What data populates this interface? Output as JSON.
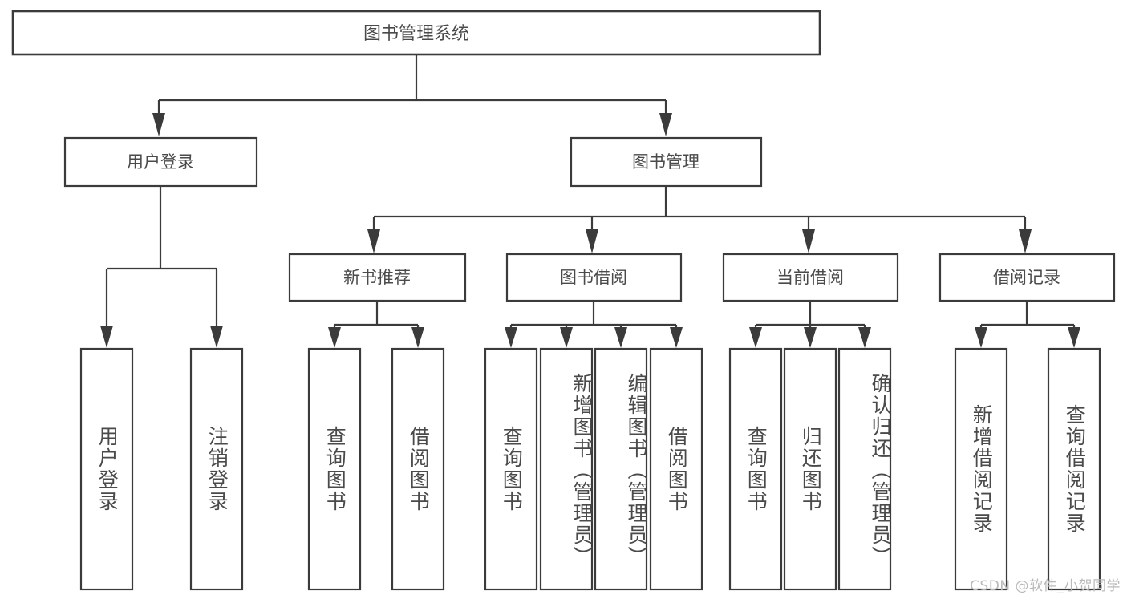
{
  "diagram": {
    "type": "hierarchy-tree",
    "title": "图书管理系统",
    "orientation": "top-down",
    "levels": 4,
    "colors": {
      "background": "#ffffff",
      "box_stroke": "#3b3b3b",
      "box_fill": "#ffffff",
      "text": "#4a4a4a",
      "connector": "#3b3b3b",
      "watermark": "#b9b9b9"
    }
  },
  "root": {
    "label": "图书管理系统"
  },
  "level2": [
    {
      "label": "用户登录"
    },
    {
      "label": "图书管理"
    }
  ],
  "level3": [
    {
      "label": "新书推荐"
    },
    {
      "label": "图书借阅"
    },
    {
      "label": "当前借阅"
    },
    {
      "label": "借阅记录"
    }
  ],
  "leaves": {
    "user_login": [
      {
        "label": "用户登录"
      },
      {
        "label": "注销登录"
      }
    ],
    "new_book_recommend": [
      {
        "label": "查询图书"
      },
      {
        "label": "借阅图书"
      }
    ],
    "book_borrow": [
      {
        "label": "查询图书"
      },
      {
        "label": "新增图书（管理员）"
      },
      {
        "label": "编辑图书（管理员）"
      },
      {
        "label": "借阅图书"
      }
    ],
    "current_borrow": [
      {
        "label": "查询图书"
      },
      {
        "label": "归还图书"
      },
      {
        "label": "确认归还（管理员）"
      }
    ],
    "borrow_record": [
      {
        "label": "新增借阅记录"
      },
      {
        "label": "查询借阅记录"
      }
    ]
  },
  "watermark": {
    "text": "CSDN @软件_小贺同学"
  }
}
